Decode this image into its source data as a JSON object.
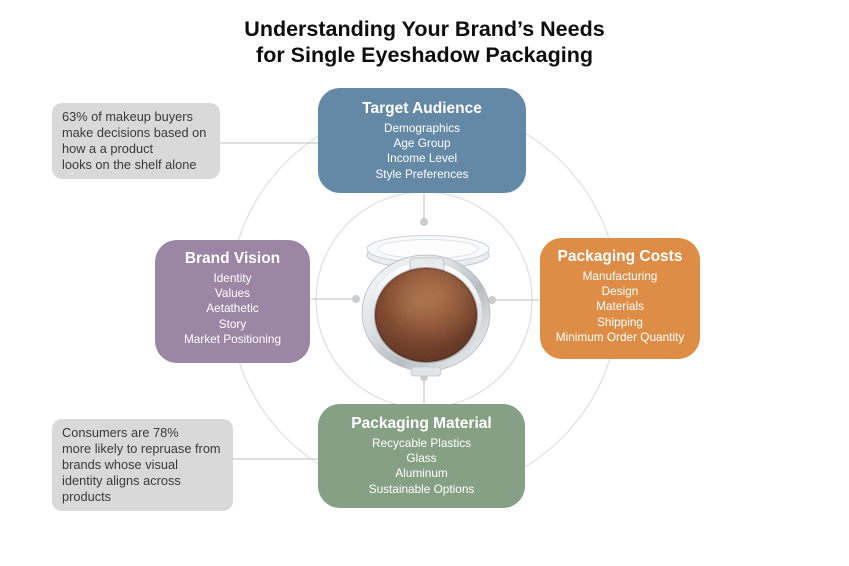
{
  "title": "Understanding Your Brand’s Needs\nfor Single Eyeshadow Packaging",
  "nodes": {
    "top": {
      "title": "Target Audience",
      "color": "#6489a7",
      "items": [
        "Demographics",
        "Age Group",
        "Income Level",
        "Style Preferences"
      ]
    },
    "left": {
      "title": "Brand Vision",
      "color": "#9c86a6",
      "items": [
        "Identity",
        "Values",
        "Aetathetic",
        "Story",
        "Market Positioning"
      ]
    },
    "right": {
      "title": "Packaging Costs",
      "color": "#dd8d46",
      "items": [
        "Manufacturing",
        "Design",
        "Materials",
        "Shipping",
        "Minimum Order Quantity"
      ]
    },
    "bottom": {
      "title": "Packaging Material",
      "color": "#86a085",
      "items": [
        "Recycable Plastics",
        "Glass",
        "Aluminum",
        "Sustainable Options"
      ]
    }
  },
  "callouts": {
    "top_left": {
      "lines": [
        "63% of makeup buyers",
        "make decisions based on",
        "how a a product",
        "looks on the shelf alone"
      ],
      "color": "#d9d9d9"
    },
    "bottom_left": {
      "lines": [
        "Consumers are 78%",
        "more likely to repruase from",
        "brands whose visual",
        "identity aligns across",
        "products"
      ],
      "color": "#d9d9d9"
    }
  },
  "center_image": "eyeshadow-compact-photo",
  "decor": {
    "line_color": "#c9c9c9",
    "circle_color": "#dedede",
    "dot_color": "#cccccc"
  }
}
